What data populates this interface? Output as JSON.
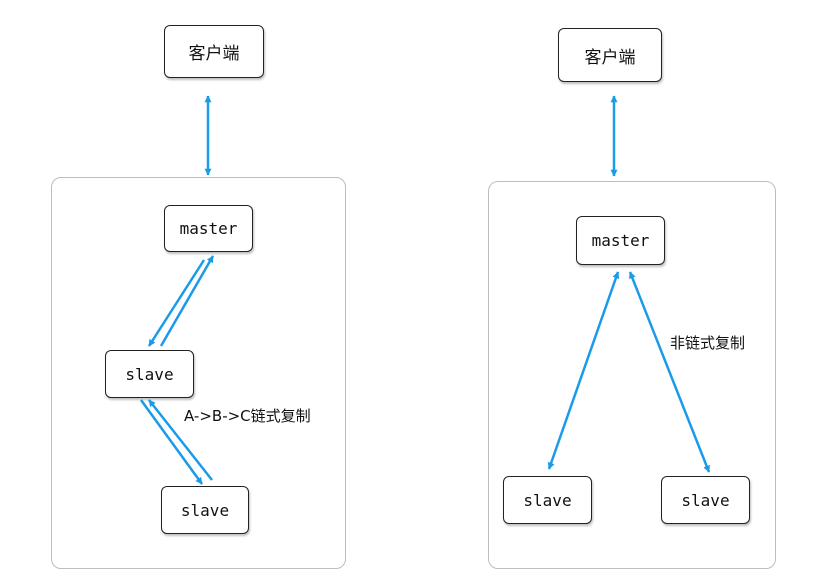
{
  "left": {
    "client": "客户端",
    "master": "master",
    "slave1": "slave",
    "slave2": "slave",
    "annotation": "A->B->C链式复制"
  },
  "right": {
    "client": "客户端",
    "master": "master",
    "slave_left": "slave",
    "slave_right": "slave",
    "annotation": "非链式复制"
  },
  "colors": {
    "arrow": "#1a9bea",
    "border": "#222222",
    "panel_border": "#bdbdbd"
  }
}
